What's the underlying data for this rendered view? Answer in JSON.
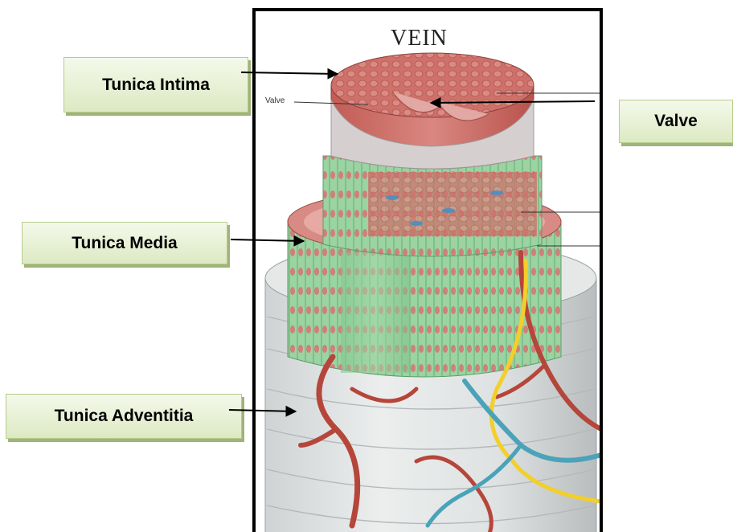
{
  "figure": {
    "title": "VEIN",
    "inner_label": "Valve"
  },
  "labels": {
    "tunica_intima": "Tunica Intima",
    "valve": "Valve",
    "tunica_media": "Tunica Media",
    "tunica_adventitia": "Tunica Adventitia"
  },
  "colors": {
    "label_box_top": "#f4f9ea",
    "label_box_bottom": "#dde9c3",
    "intima_red": "#c9675f",
    "media_green": "#8fcf9a",
    "adventitia_gray": "#d9dcdc",
    "artery_red": "#b5463a",
    "nerve_yellow": "#f2cf2a",
    "vein_blue": "#4aa3b8"
  },
  "icons": [
    "arrow-icon"
  ]
}
